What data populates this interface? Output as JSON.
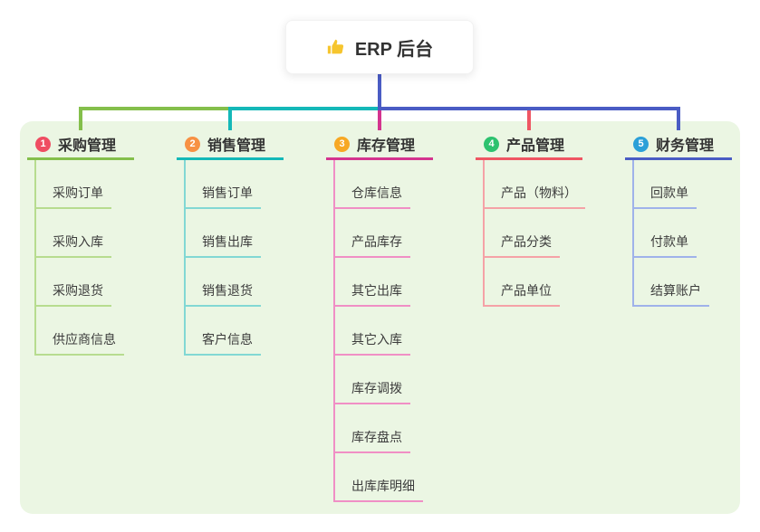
{
  "root": {
    "label": "ERP 后台",
    "icon": "thumbs-up-icon",
    "icon_color": "#f6c52e"
  },
  "branches": [
    {
      "index": "1",
      "title": "采购管理",
      "badge_color": "#ef4d62",
      "line_color": "#84bf4b",
      "light_color": "#b7dc8f",
      "children": [
        "采购订单",
        "采购入库",
        "采购退货",
        "供应商信息"
      ]
    },
    {
      "index": "2",
      "title": "销售管理",
      "badge_color": "#f79144",
      "line_color": "#14b8b8",
      "light_color": "#82d8d4",
      "children": [
        "销售订单",
        "销售出库",
        "销售退货",
        "客户信息"
      ]
    },
    {
      "index": "3",
      "title": "库存管理",
      "badge_color": "#f7a824",
      "line_color": "#d4348f",
      "light_color": "#f08fc5",
      "children": [
        "仓库信息",
        "产品库存",
        "其它出库",
        "其它入库",
        "库存调拨",
        "库存盘点",
        "出库库明细"
      ]
    },
    {
      "index": "4",
      "title": "产品管理",
      "badge_color": "#2dc26f",
      "line_color": "#ef5663",
      "light_color": "#f5a2a7",
      "children": [
        "产品（物料）",
        "产品分类",
        "产品单位"
      ]
    },
    {
      "index": "5",
      "title": "财务管理",
      "badge_color": "#2ba0d8",
      "line_color": "#4a5cc4",
      "light_color": "#9fb2ea",
      "children": [
        "回款单",
        "付款单",
        "结算账户"
      ]
    }
  ],
  "colors": {
    "panel_bg": "#ebf6e3",
    "stem": "#4a5cc4",
    "text": "#333333"
  }
}
